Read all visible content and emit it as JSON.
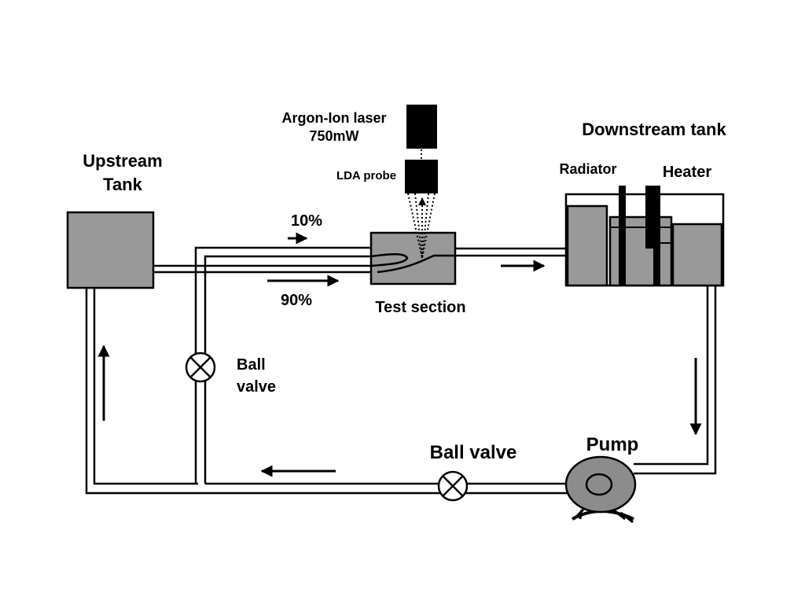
{
  "labels": {
    "upstream_tank_line1": "Upstream",
    "upstream_tank_line2": "Tank",
    "laser_line1": "Argon-Ion laser",
    "laser_line2": "750mW",
    "lda_probe": "LDA probe",
    "downstream_tank": "Downstream tank",
    "radiator": "Radiator",
    "heater": "Heater",
    "flow_10": "10%",
    "flow_90": "90%",
    "test_section": "Test section",
    "ball_valve_small_line1": "Ball",
    "ball_valve_small_line2": "valve",
    "ball_valve_bottom": "Ball valve",
    "pump": "Pump"
  },
  "colors": {
    "tank_fill": "#999999",
    "pump_fill": "#8c8c8c",
    "line": "#000000"
  }
}
